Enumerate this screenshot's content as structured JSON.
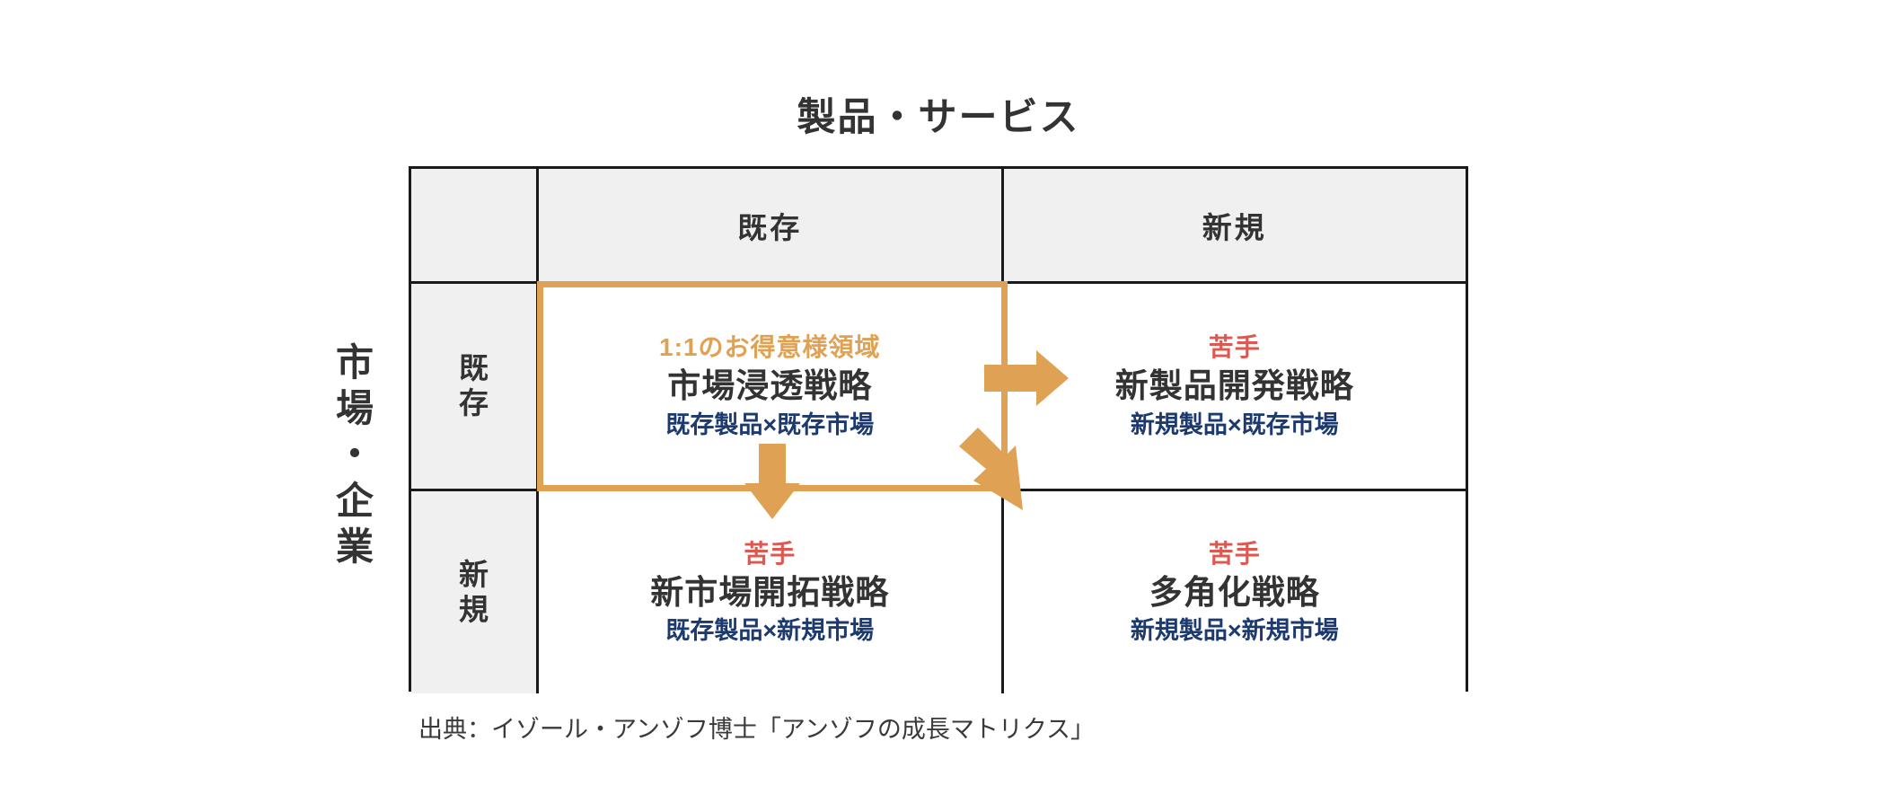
{
  "diagram": {
    "top_axis_title": "製品・サービス",
    "left_axis_title_chars": [
      "市",
      "場",
      "・",
      "企",
      "業"
    ],
    "column_headers": [
      "既存",
      "新規"
    ],
    "row_headers_chars": [
      [
        "既",
        "存"
      ],
      [
        "新",
        "規"
      ]
    ],
    "cells": [
      {
        "tag": "1:1のお得意様領域",
        "tag_color": "#dfa254",
        "title": "市場浸透戦略",
        "subtitle": "既存製品×既存市場"
      },
      {
        "tag": "苦手",
        "tag_color": "#e0574f",
        "title": "新製品開発戦略",
        "subtitle": "新規製品×既存市場"
      },
      {
        "tag": "苦手",
        "tag_color": "#e0574f",
        "title": "新市場開拓戦略",
        "subtitle": "既存製品×新規市場"
      },
      {
        "tag": "苦手",
        "tag_color": "#e0574f",
        "title": "多角化戦略",
        "subtitle": "新規製品×新規市場"
      }
    ],
    "caption": "出典：イゾール・アンゾフ博士「アンゾフの成長マトリクス」",
    "colors": {
      "accent_orange": "#dfa254",
      "warning_red": "#e0574f",
      "subtitle_navy": "#1c3a6e",
      "header_fill": "#f0f0f0",
      "border_dark": "#1a1a1a",
      "text_dark": "#333333"
    },
    "arrows": [
      {
        "name": "arrow-right-to-new-product",
        "direction": "right"
      },
      {
        "name": "arrow-down-to-new-market",
        "direction": "down"
      },
      {
        "name": "arrow-diagonal-to-diversification",
        "direction": "down-right"
      }
    ]
  }
}
